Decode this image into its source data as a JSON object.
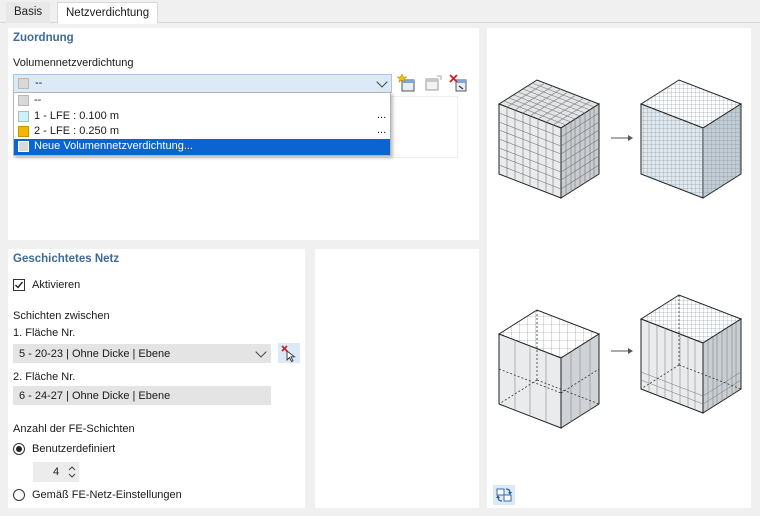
{
  "tabs": [
    {
      "label": "Basis"
    },
    {
      "label": "Netzverdichtung"
    }
  ],
  "zuordnung": {
    "title": "Zuordnung",
    "field_label": "Volumennetzverdichtung",
    "selected_value": "--",
    "dropdown_items": [
      {
        "label": "--",
        "color": "#d9d9d9",
        "more": ""
      },
      {
        "label": "1 - LFE : 0.100 m",
        "color": "#c9f3f6",
        "more": "..."
      },
      {
        "label": "2 - LFE : 0.250 m",
        "color": "#f2b705",
        "more": "..."
      },
      {
        "label": "Neue Volumennetzverdichtung...",
        "color": "#d9d9d9",
        "more": ""
      }
    ]
  },
  "geschichtet": {
    "title": "Geschichtetes Netz",
    "activate_label": "Aktivieren",
    "activate_checked": true,
    "layers_between_label": "Schichten zwischen",
    "surface1_label": "1. Fläche Nr.",
    "surface1_value": "5 - 20-23 | Ohne Dicke | Ebene",
    "surface2_label": "2. Fläche Nr.",
    "surface2_value": "6 - 24-27 | Ohne Dicke | Ebene",
    "layer_count_label": "Anzahl der FE-Schichten",
    "option_user_label": "Benutzerdefiniert",
    "option_settings_label": "Gemäß FE-Netz-Einstellungen",
    "selected_option": "user",
    "layer_count_value": "4"
  },
  "colors": {
    "accent": "#3d6a96",
    "selection": "#0a64d2",
    "combo_bg": "#dce9f7"
  }
}
